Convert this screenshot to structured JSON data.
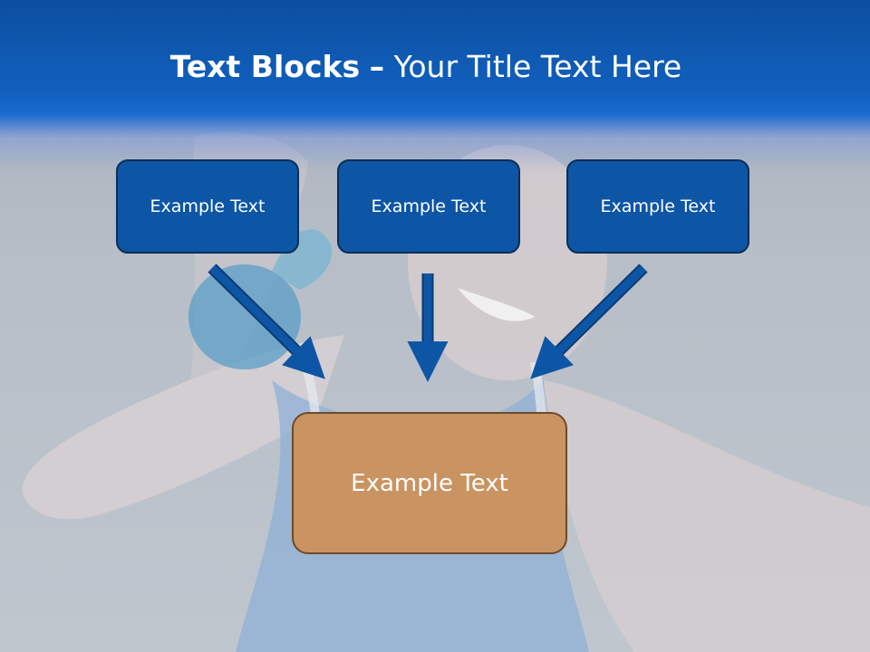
{
  "title": {
    "bold": "Text Blocks",
    "separator": "–",
    "rest": "Your Title Text Here"
  },
  "boxes": {
    "top_left": "Example Text",
    "top_center": "Example Text",
    "top_right": "Example Text",
    "bottom": "Example Text"
  },
  "colors": {
    "header": "#1160be",
    "top_box": "#0d56a6",
    "bottom_box": "#c99462",
    "arrow": "#0d56a6"
  }
}
